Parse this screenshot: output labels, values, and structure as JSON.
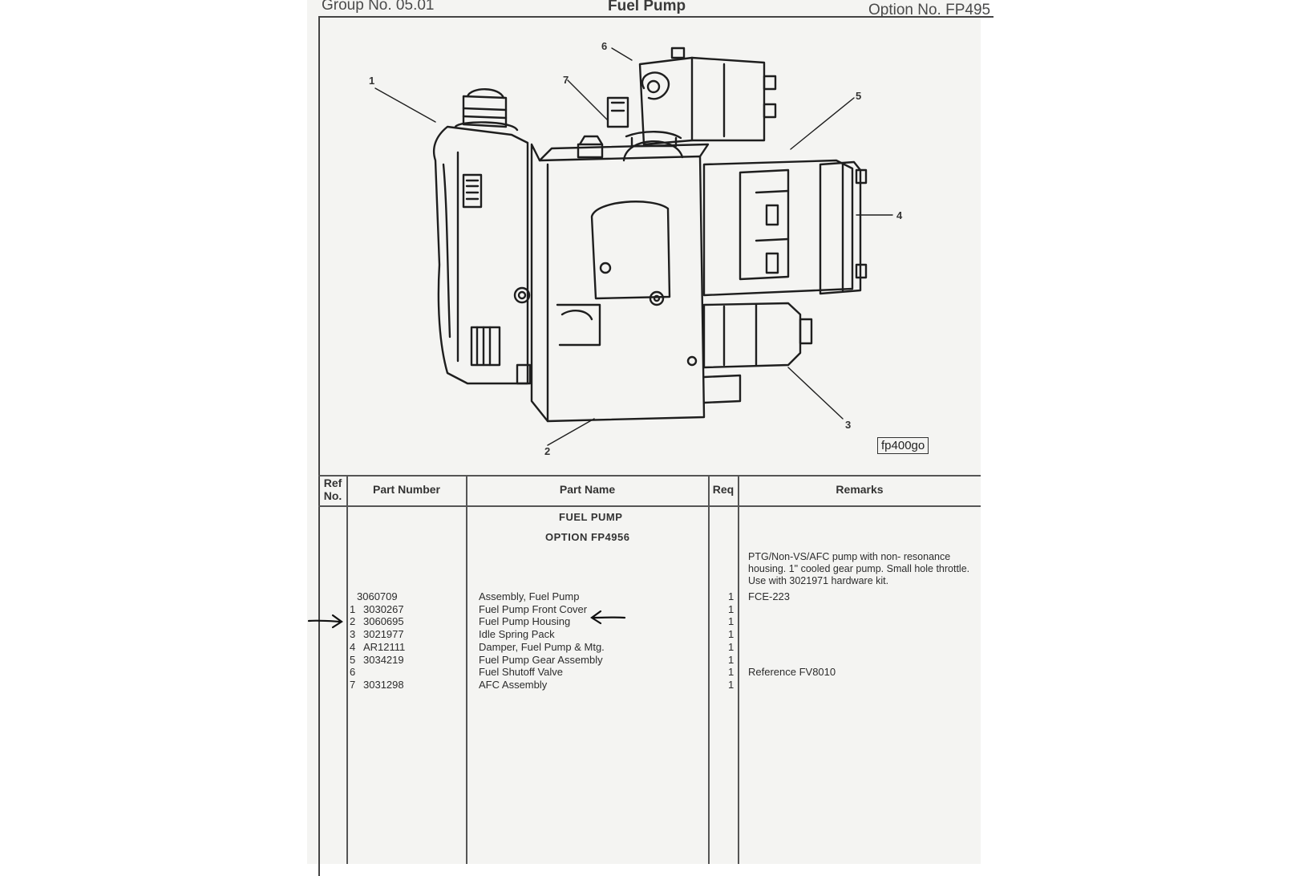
{
  "header": {
    "group": "Group No. 05.01",
    "title": "Fuel Pump",
    "option": "Option No. FP495"
  },
  "figure": {
    "code": "fp400go",
    "callouts": [
      "1",
      "2",
      "3",
      "4",
      "5",
      "6",
      "7"
    ]
  },
  "table": {
    "columns": {
      "ref": "Ref\nNo.",
      "part_number": "Part Number",
      "part_name": "Part Name",
      "req": "Req",
      "remarks": "Remarks"
    },
    "section_title": "FUEL PUMP",
    "section_option": "OPTION  FP4956",
    "assembly_remarks": "PTG/Non-VS/AFC pump with non- resonance housing. 1\" cooled gear pump. Small hole throttle. Use with 3021971 hardware kit.",
    "rows": [
      {
        "ref": "",
        "part_number": "3060709",
        "part_name": "Assembly, Fuel Pump",
        "req": "1",
        "remarks": "FCE-223"
      },
      {
        "ref": "1",
        "part_number": "3030267",
        "part_name": "Fuel Pump Front Cover",
        "req": "1",
        "remarks": ""
      },
      {
        "ref": "2",
        "part_number": "3060695",
        "part_name": "Fuel Pump Housing",
        "req": "1",
        "remarks": ""
      },
      {
        "ref": "3",
        "part_number": "3021977",
        "part_name": "Idle Spring Pack",
        "req": "1",
        "remarks": ""
      },
      {
        "ref": "4",
        "part_number": "AR12111",
        "part_name": "Damper, Fuel Pump & Mtg.",
        "req": "1",
        "remarks": ""
      },
      {
        "ref": "5",
        "part_number": "3034219",
        "part_name": "Fuel Pump Gear Assembly",
        "req": "1",
        "remarks": ""
      },
      {
        "ref": "6",
        "part_number": "",
        "part_name": "Fuel Shutoff Valve",
        "req": "1",
        "remarks": "Reference FV8010"
      },
      {
        "ref": "7",
        "part_number": "3031298",
        "part_name": "AFC Assembly",
        "req": "1",
        "remarks": ""
      }
    ]
  }
}
